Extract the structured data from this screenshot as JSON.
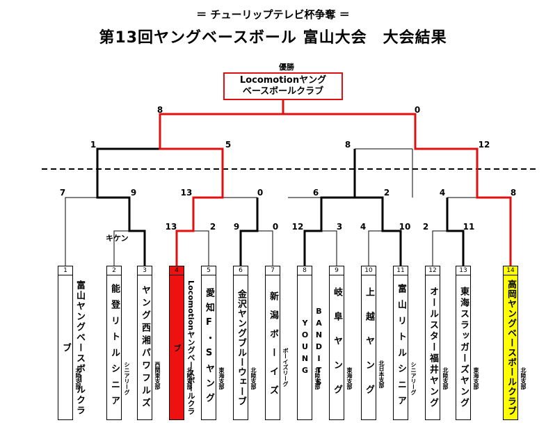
{
  "header": {
    "subtitle": "＝ チューリップテレビ杯争奪 ＝",
    "title": "第13回ヤングベースボール 富山大会　大会結果"
  },
  "winner": {
    "label": "優勝",
    "line1": "Locomotionヤング",
    "line2": "ベースボールクラブ"
  },
  "scores": {
    "final_left": "8",
    "final_right": "0",
    "semi1_left": "1",
    "semi1_right": "5",
    "semi2_left": "8",
    "semi2_right": "12",
    "q1_left": "7",
    "q1_right": "9",
    "q2_left": "13",
    "q2_right": "0",
    "q3_left": "6",
    "q3_right": "2",
    "q4_left": "4",
    "q4_right": "8",
    "r1a_left": "13",
    "r1a_right": "2",
    "r1b_left": "9",
    "r1b_right": "0",
    "r1c_left": "12",
    "r1c_right": "3",
    "r1d_left": "4",
    "r1d_right": "10",
    "r1e_left": "2",
    "r1e_right": "11"
  },
  "notes": {
    "kiken": "キケン"
  },
  "teams": [
    {
      "no": "1",
      "name": "富山ヤングベースボールクラブ",
      "branch": "北陸支部"
    },
    {
      "no": "2",
      "name": "能登リトルシニア",
      "branch": "シニアリーグ"
    },
    {
      "no": "3",
      "name": "ヤング西湘パワフルズ",
      "branch": "西関東支部"
    },
    {
      "no": "4",
      "name": "Locomotionヤングベースボールクラブ",
      "branch": "北陸支部"
    },
    {
      "no": "5",
      "name": "愛知F・Sヤング",
      "branch": "東海支部"
    },
    {
      "no": "6",
      "name": "金沢ヤングブルーウェーブ",
      "branch": "北陸支部"
    },
    {
      "no": "7",
      "name": "新潟ボーイズ",
      "branch": "ボーイズリーグ"
    },
    {
      "no": "8",
      "name": "BANDITS YOUNG",
      "branch": "北陸支部"
    },
    {
      "no": "9",
      "name": "岐阜ヤング",
      "branch": "東海支部"
    },
    {
      "no": "10",
      "name": "上越ヤング",
      "branch": "北日本支部"
    },
    {
      "no": "11",
      "name": "富山リトルシニア",
      "branch": "シニアリーグ"
    },
    {
      "no": "12",
      "name": "オールスター福井ヤング",
      "branch": "北陸支部"
    },
    {
      "no": "13",
      "name": "東海スラッガーズヤング",
      "branch": "東海支部"
    },
    {
      "no": "14",
      "name": "高岡ヤングベースボールクラブ",
      "branch": "北陸支部"
    }
  ],
  "colors": {
    "winner_path": "#e01010",
    "winner_fill": "#ee1111",
    "runner_fill": "#ffff00"
  }
}
